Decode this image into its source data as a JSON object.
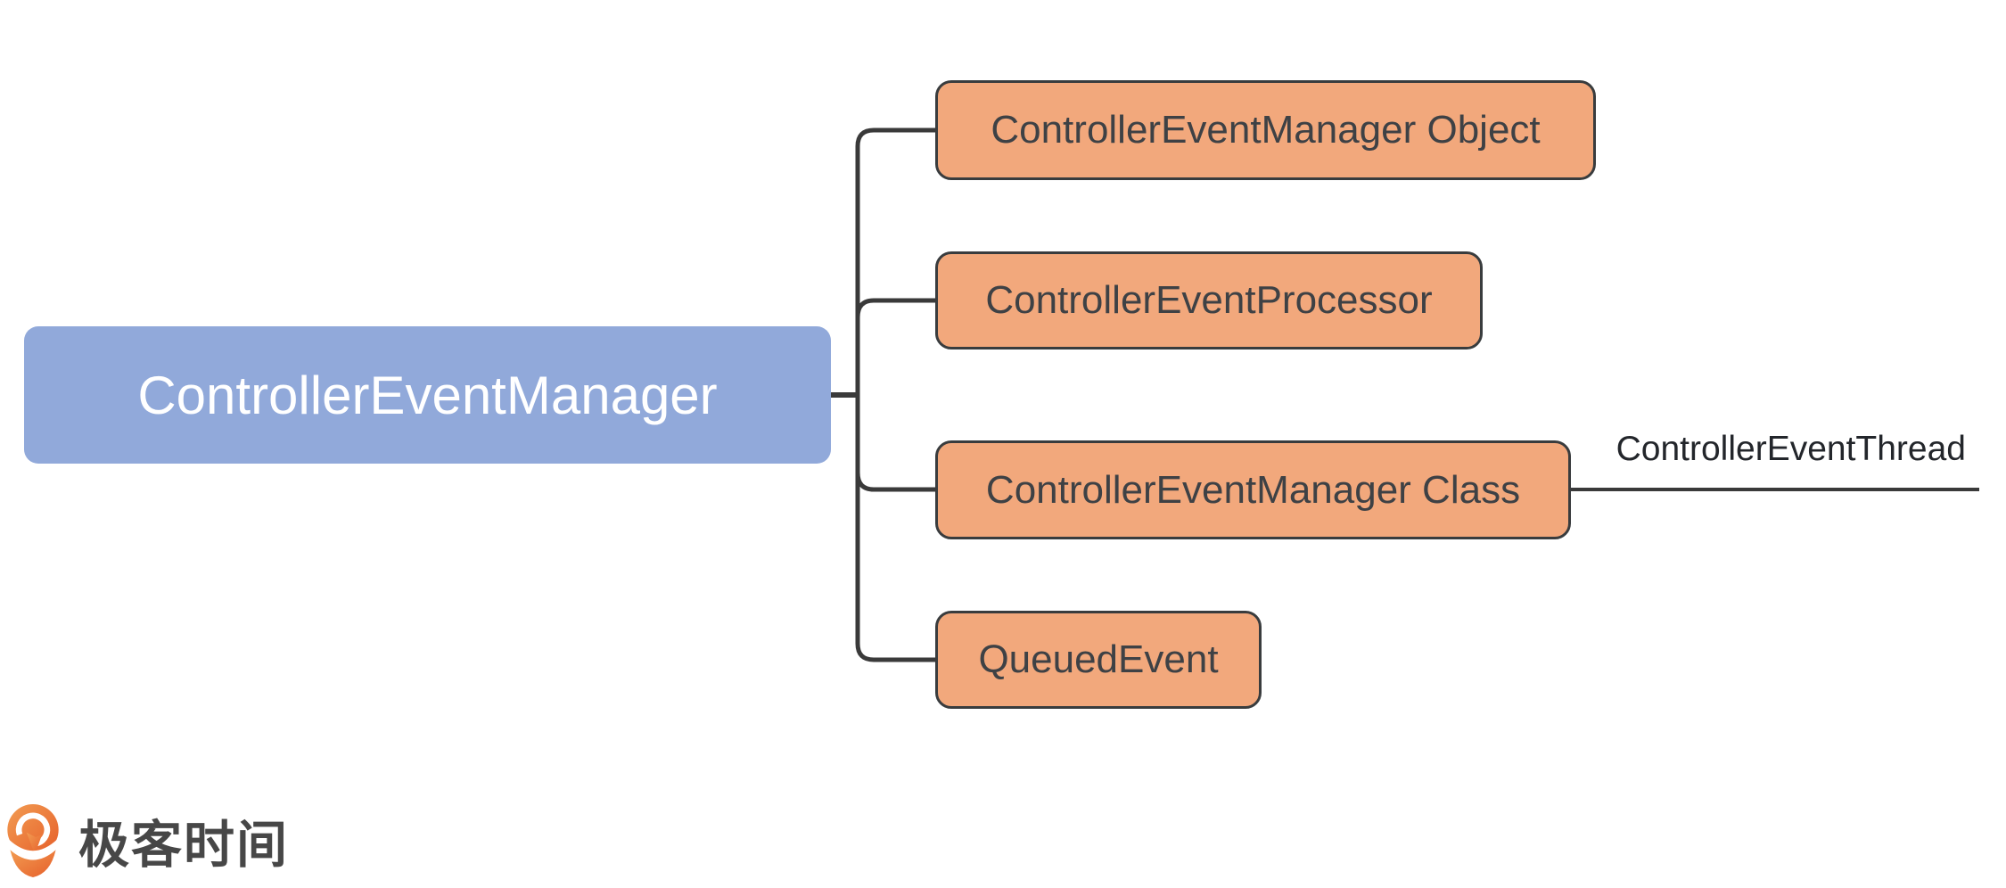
{
  "diagram": {
    "root": {
      "label": "ControllerEventManager",
      "fill_color": "#91a9da",
      "text_color": "#ffffff"
    },
    "children": [
      {
        "label": "ControllerEventManager Object"
      },
      {
        "label": "ControllerEventProcessor"
      },
      {
        "label": "ControllerEventManager Class",
        "children": [
          {
            "label": "ControllerEventThread",
            "style": "text-above-line"
          }
        ]
      },
      {
        "label": "QueuedEvent"
      }
    ],
    "child_style": {
      "fill_color": "#f2a87c",
      "border_color": "#393c3e",
      "text_color": "#3e4145"
    },
    "connector_color": "#3a3a3a",
    "leaf_text_color": "#23262b"
  },
  "branding": {
    "logo_icon": "geektime-logo-icon",
    "logo_text": "极客时间",
    "logo_orange": "#e8672c",
    "logo_text_color": "#474747"
  }
}
